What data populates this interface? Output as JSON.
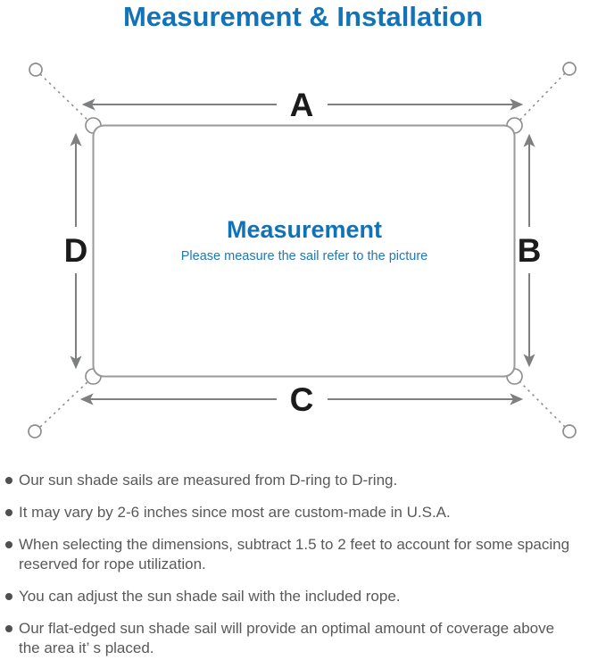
{
  "title": "Measurement & Installation",
  "colors": {
    "accent_blue": "#1273b9",
    "center_heading_blue": "#1272b8",
    "center_subtext_blue": "#1c79ba",
    "arrow_gray": "#7d7f80",
    "sail_outline_gray": "#97999b",
    "dash_gray": "#8c8c8c",
    "label_black": "#1b1b1b",
    "bullet_text_gray": "#59595b",
    "bullet_dot_gray": "#4f4f4f",
    "background": "#ffffff"
  },
  "diagram": {
    "center_heading": "Measurement",
    "center_subtext": "Please measure the sail refer to the picture",
    "labels": {
      "top": "A",
      "right": "B",
      "bottom": "C",
      "left": "D"
    }
  },
  "bullets": [
    {
      "lines": [
        "Our sun shade sails are measured from D-ring to D-ring."
      ]
    },
    {
      "lines": [
        "It may vary by 2-6 inches since most are custom-made in U.S.A."
      ]
    },
    {
      "lines": [
        "When selecting the dimensions, subtract 1.5 to 2 feet to account for some spacing",
        "reserved for rope utilization."
      ]
    },
    {
      "lines": [
        "You can adjust the sun shade sail with the included rope."
      ]
    },
    {
      "lines": [
        "Our flat-edged sun shade sail will provide an optimal amount of coverage above",
        "the area it’ s placed."
      ]
    }
  ]
}
